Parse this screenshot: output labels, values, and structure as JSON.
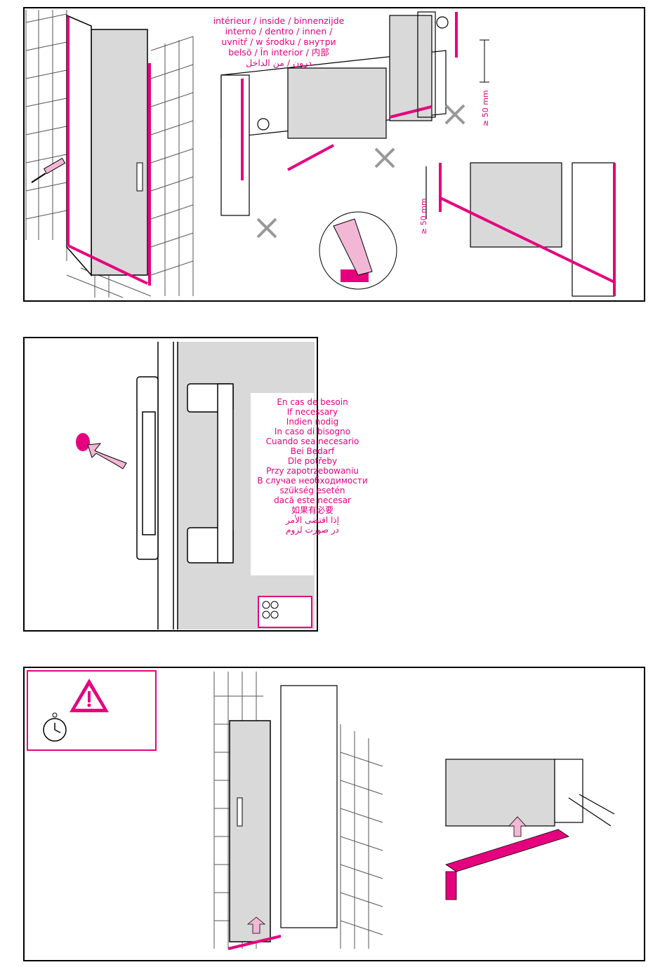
{
  "colors": {
    "accent": "#e6007e",
    "line": "#000000",
    "glass": "#d9d9d9",
    "tile_line": "#555555"
  },
  "panel1": {
    "inside_labels": [
      "intérieur / inside / binnenzijde",
      "interno / dentro / innen /",
      "uvnitř / w środku / внутри",
      "belsö / În interior / 内部",
      "درون / من الداخل"
    ],
    "dim_right": "≥ 50 mm",
    "dim_left": "≥ 50 mm"
  },
  "panel2": {
    "if_necessary": [
      "En cas de besoin",
      "If necessary",
      "Indien nodig",
      "In caso di bisogno",
      "Cuando sea necesario",
      "Bei Bedarf",
      "Dle potřeby",
      "Przy zapotrzebowaniu",
      "В случае необходимости",
      "szükség esetén",
      "dacă este necesar",
      "如果有必要",
      "إذا اقتضى الأمر",
      "در صورت لزوم"
    ]
  },
  "panel3": {
    "icons": [
      "warning-triangle-icon",
      "stopwatch-icon"
    ]
  }
}
